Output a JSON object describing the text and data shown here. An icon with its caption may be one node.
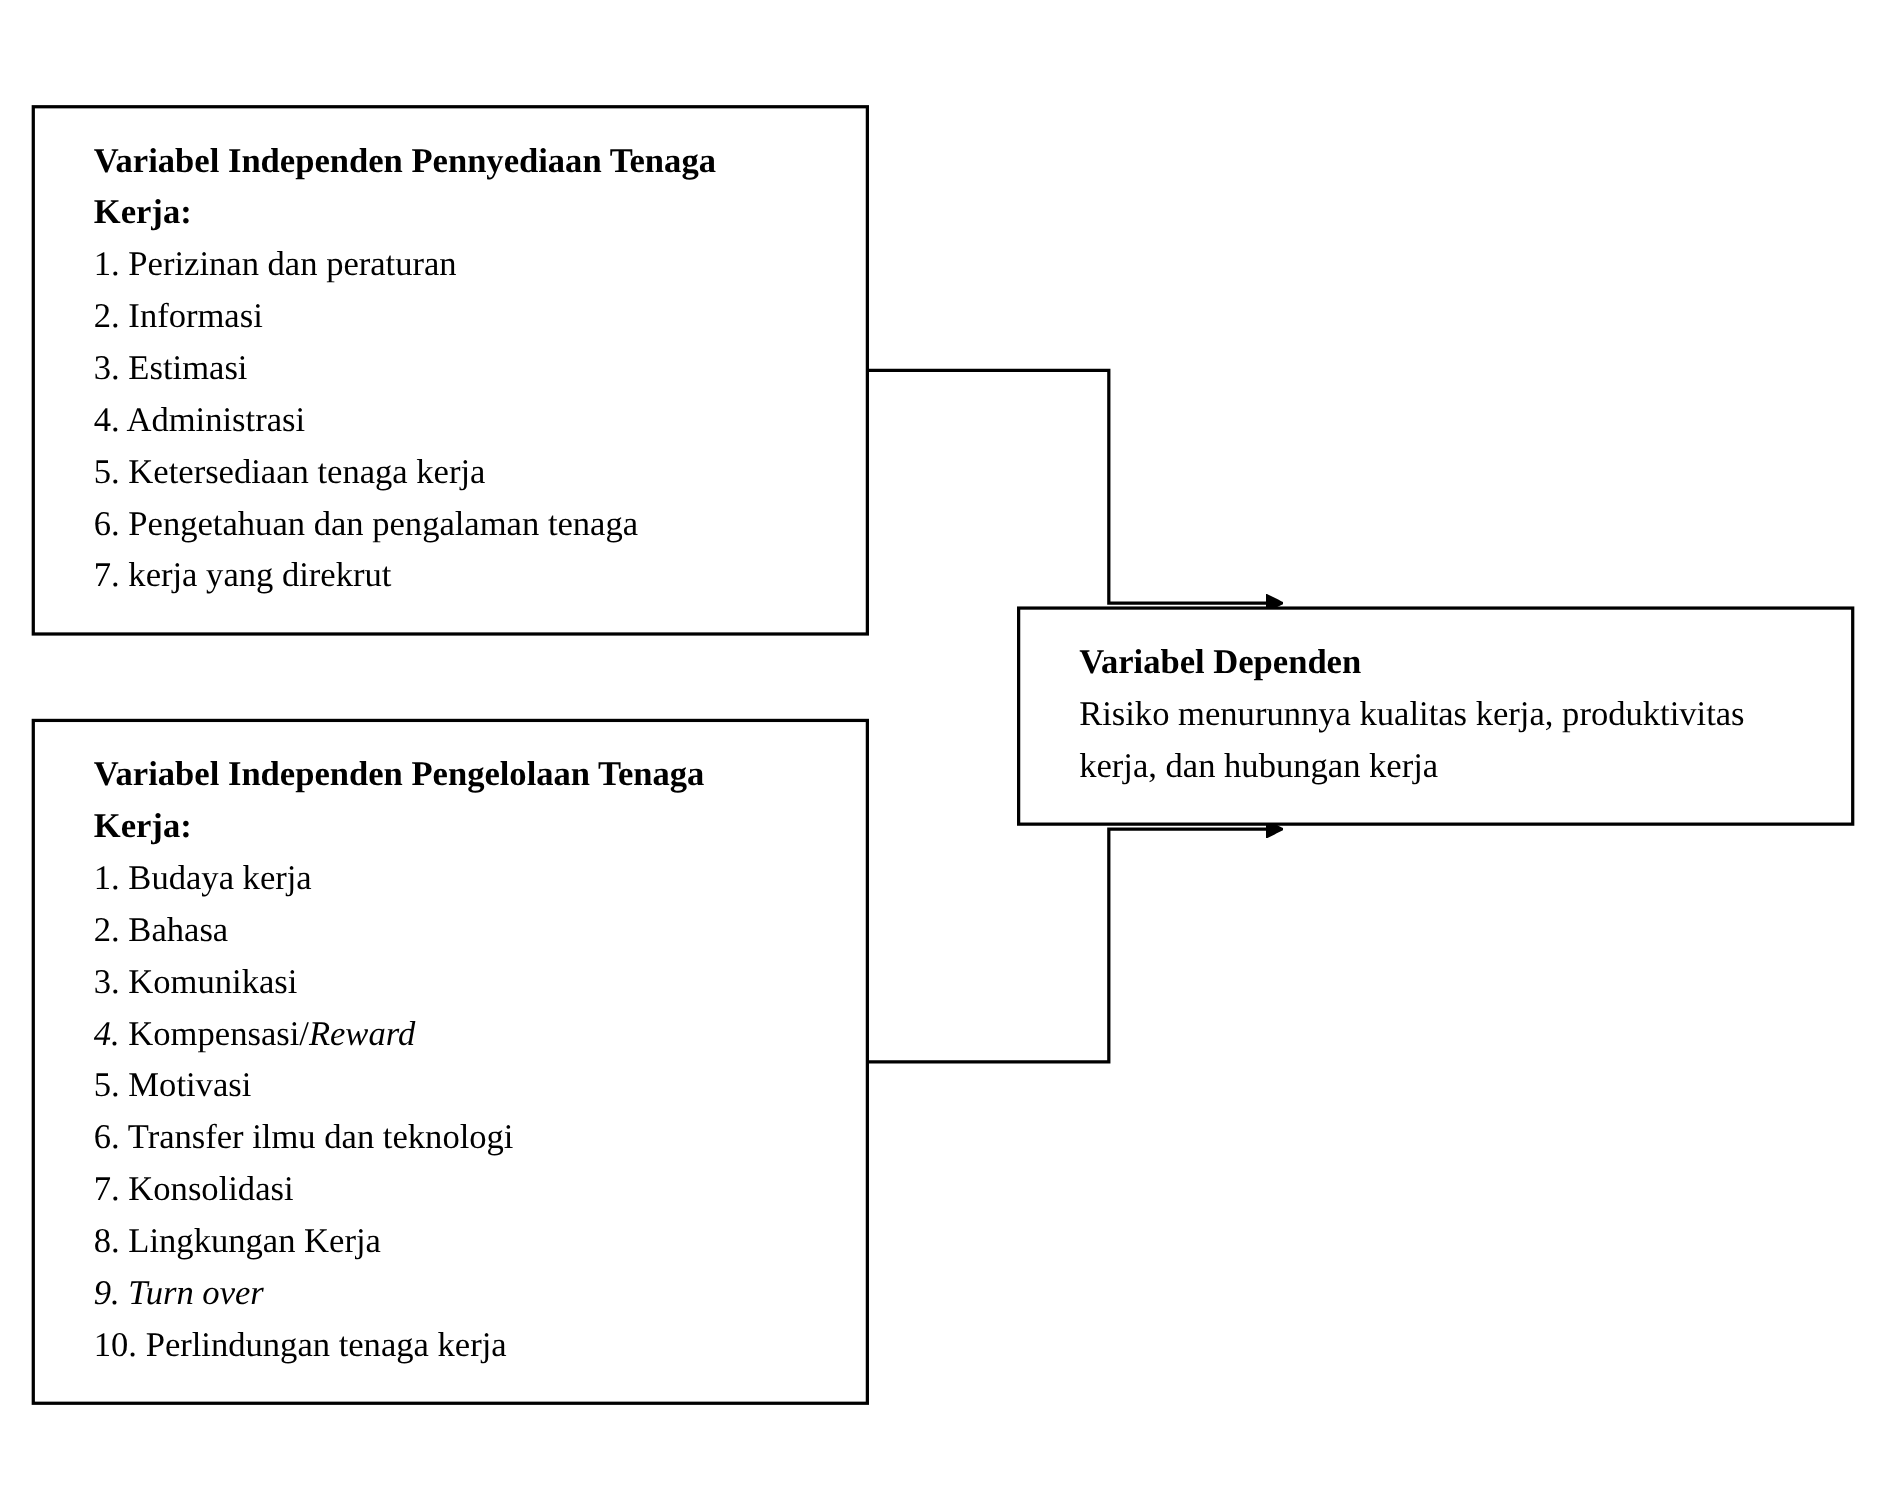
{
  "diagram": {
    "nodes": [
      {
        "text": [
          "Variabel Independen Pennyediaan Tenaga Kerja:",
          "1. Perizinan dan peraturan",
          "2. Informasi",
          "3. Estimasi",
          "4. Administrasi",
          "5. Ketersediaan tenaga kerja",
          "6. Pengetahuan dan pengalaman tenaga",
          "7. kerja yang direkrut"
        ]
      },
      {
        "text": [
          "Variabel Independen Pengelolaan Tenaga Kerja:",
          "1. Budaya kerja",
          "2. Bahasa",
          "3. Komunikasi",
          "*4.* Kompensasi/*Reward*",
          "5. Motivasi",
          "6. Transfer ilmu dan teknologi",
          "7. Konsolidasi",
          "8. Lingkungan Kerja",
          "9. Turn over",
          "10. Perlindungan tenaga kerja"
        ]
      },
      {
        "text": [
          "Variabel Dependen",
          "Risiko menurunnya kualitas kerja, produktivitas kerja, dan hubungan kerja"
        ]
      }
    ],
    "edges": [
      {
        "from": 0,
        "to": 2,
        "arrow": "to"
      },
      {
        "from": 1,
        "to": 2,
        "arrow": "to"
      }
    ]
  }
}
